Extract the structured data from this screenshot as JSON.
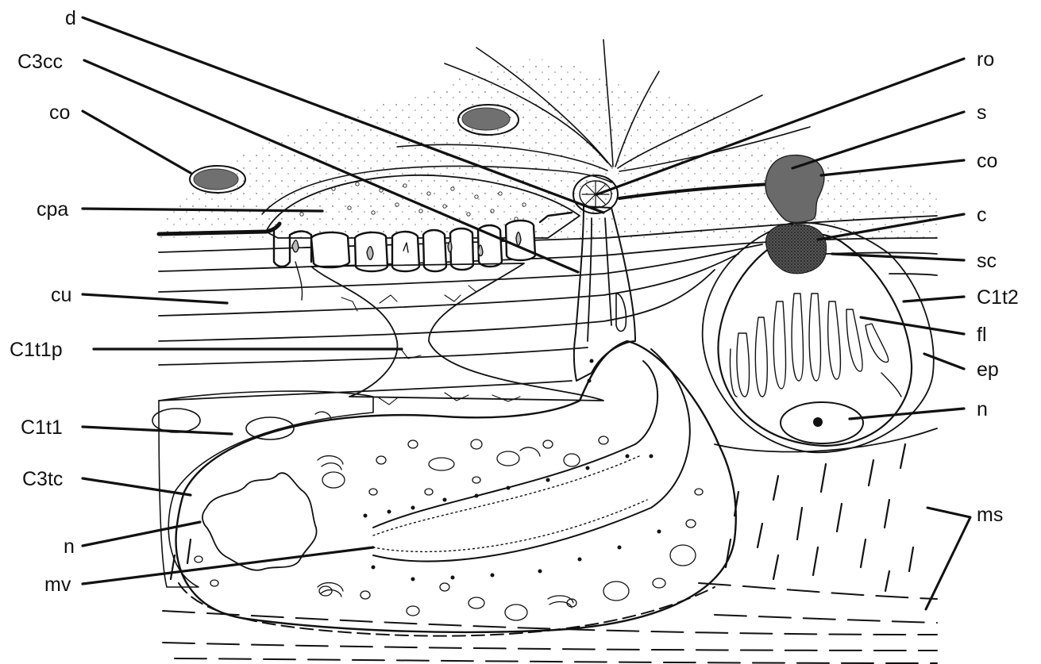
{
  "labels": {
    "d": "d",
    "c3cc": "C3cc",
    "co_left": "co",
    "cpa": "cpa",
    "cu": "cu",
    "c1t1p": "C1t1p",
    "c1t1": "C1t1",
    "c3tc": "C3tc",
    "n_left": "n",
    "mv": "mv",
    "ro": "ro",
    "s": "s",
    "co_right": "co",
    "c": "c",
    "sc": "sc",
    "c1t2": "C1t2",
    "fl": "fl",
    "ep": "ep",
    "n_right": "n",
    "ms": "ms"
  },
  "colors": {
    "ink": "#111111",
    "nucleus_fill": "#666666",
    "paper": "#ffffff"
  }
}
